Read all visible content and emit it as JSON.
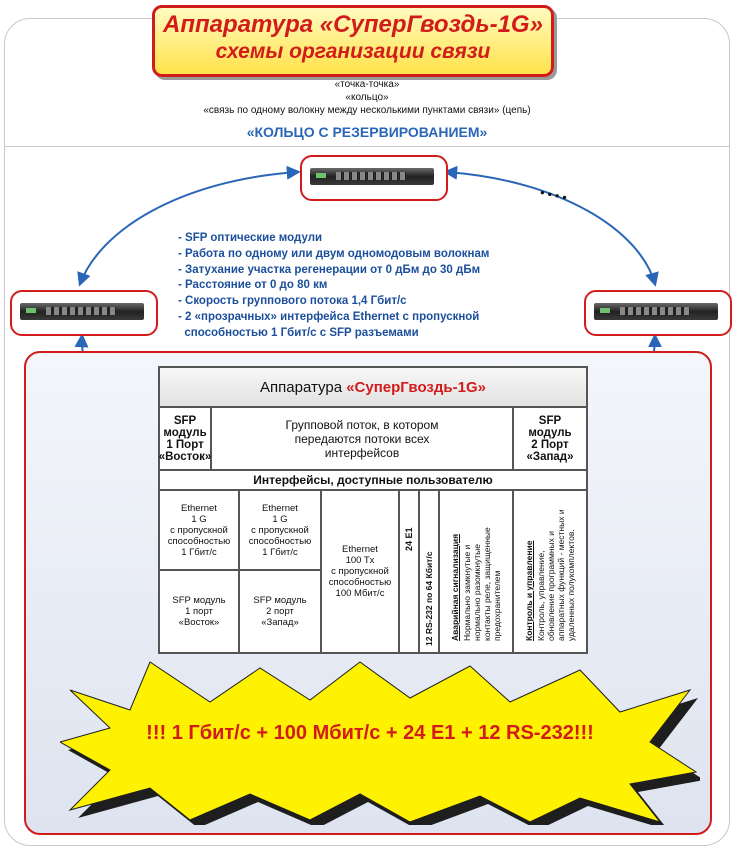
{
  "header": {
    "title_line1": "Аппаратура «СуперГвоздь-1G»",
    "title_line2": "схемы организации связи",
    "schemes": [
      "«точка-точка»",
      "«кольцо»",
      "«связь по одному волокну между несколькими пунктами связи» (цепь)"
    ],
    "ring_label": "«КОЛЬЦО С РЕЗЕРВИРОВАНИЕМ»"
  },
  "diagram": {
    "continuation_dots": "• • • •",
    "features": [
      "- SFP оптические модули",
      "- Работа по одному или двум одномодовым волокнам",
      "- Затухание участка регенерации от 0 дБм до 30 дБм",
      "- Расстояние от 0 до 80 км",
      "- Скорость группового потока 1,4 Гбит/с",
      "- 2 «прозрачных» интерфейса Ethernet с пропускной",
      "  способностью 1 Гбит/с с SFP разъемами"
    ]
  },
  "table": {
    "title_prefix": "Аппаратура ",
    "title_name": "«СуперГвоздь-1G»",
    "sfp_east": "SFP\nмодуль\n1 Порт\n«Восток»",
    "group_stream": "Групповой поток, в котором\nпередаются потоки всех\nинтерфейсов",
    "sfp_west": "SFP\nмодуль\n2 Порт\n«Запад»",
    "interfaces_header": "Интерфейсы, доступные пользователю",
    "eth1": "Ethernet\n1 G\nс пропускной\nспособностью\n1 Гбит/с",
    "eth2": "Ethernet\n1 G\nс пропускной\nспособностью\n1 Гбит/с",
    "sfp1": "SFP модуль\n1 порт\n«Восток»",
    "sfp2": "SFP модуль\n2 порт\n«Запад»",
    "eth100": "Ethernet\n100 Tx\nс пропускной\nспособностью\n100 Мбит/с",
    "e1": "24 E1",
    "rs232": "12 RS-232 по 64 Кбит/с",
    "alarm_title": "Аварийная сигнализация",
    "alarm_text": "Нормально замкнутые и\nнормально разомкнутые\nконтакты реле, защищенные\nпредохранителем",
    "control_title": "Контроль и управление",
    "control_text": "Контроль, управление,\nобновление программных и\nаппаратных функций - местных и\nудаленных полукомплектов."
  },
  "banner": {
    "text": "!!! 1 Гбит/с + 100 Мбит/с + 24 E1 + 12 RS-232!!!"
  },
  "colors": {
    "accent_red": "#d21c1c",
    "feature_blue": "#1b4f9c",
    "arrow_blue": "#2a66b8",
    "burst_yellow": "#fff200"
  }
}
